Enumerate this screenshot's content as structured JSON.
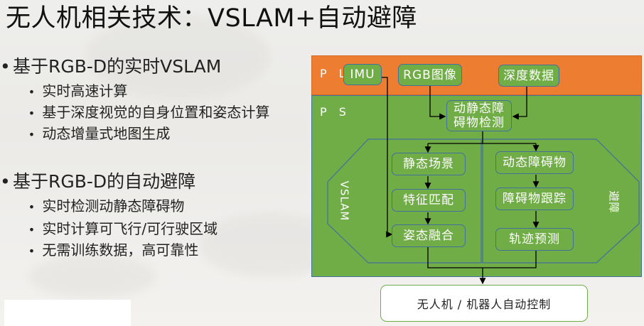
{
  "title": "无人机相关技术：VSLAM+自动避障",
  "bullets": [
    {
      "text": "基于RGB-D的实时VSLAM",
      "children": [
        "实时高速计算",
        "基于深度视觉的自身位置和姿态计算",
        "动态增量式地图生成"
      ]
    },
    {
      "text": "基于RGB-D的自动避障",
      "children": [
        "实时检测动静态障碍物",
        "实时计算可飞行/可行驶区域",
        "无需训练数据，高可靠性"
      ]
    }
  ],
  "bullet_glyph": "•",
  "diagram": {
    "pl_label": "P L",
    "ps_label": "P S",
    "inputs": {
      "imu": "IMU",
      "rgb": "RGB图像",
      "depth": "深度数据"
    },
    "detect": "动静态障碍物检测",
    "detect_lines": [
      "动静态障",
      "碍物检测"
    ],
    "vslam_label": "VSLAM",
    "avoid_label": "避障",
    "vslam_steps": [
      "静态场景",
      "特征匹配",
      "姿态融合"
    ],
    "avoid_steps": [
      "动态障碍物",
      "障碍物跟踪",
      "轨迹预测"
    ],
    "output": "无人机 / 机器人自动控制",
    "colors": {
      "pl": "#ed7d31",
      "ps": "#70ad47",
      "border": "#41719c",
      "arrow": "#000000"
    }
  }
}
